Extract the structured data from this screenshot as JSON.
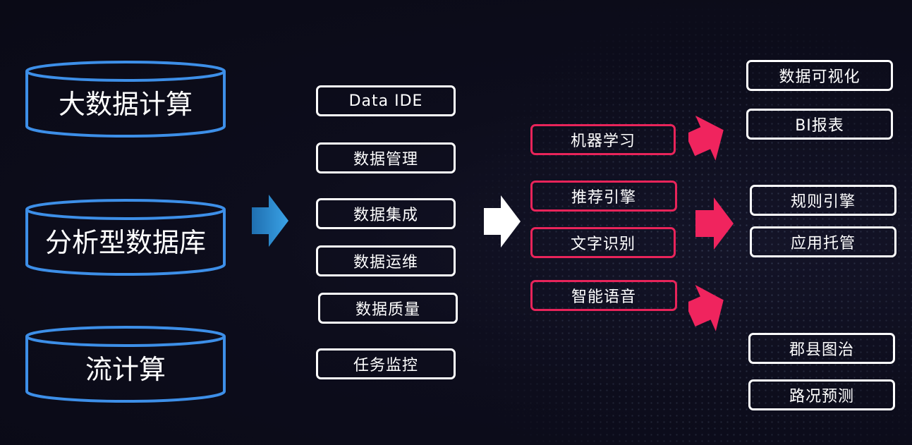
{
  "storage": [
    {
      "label": "大数据计算"
    },
    {
      "label": "分析型数据库"
    },
    {
      "label": "流计算"
    }
  ],
  "platform": [
    {
      "label": "Data IDE"
    },
    {
      "label": "数据管理"
    },
    {
      "label": "数据集成"
    },
    {
      "label": "数据运维"
    },
    {
      "label": "数据质量"
    },
    {
      "label": "任务监控"
    }
  ],
  "ai": [
    {
      "label": "机器学习"
    },
    {
      "label": "推荐引擎"
    },
    {
      "label": "文字识别"
    },
    {
      "label": "智能语音"
    }
  ],
  "apps": [
    {
      "label": "数据可视化"
    },
    {
      "label": "BI报表"
    },
    {
      "label": "规则引擎"
    },
    {
      "label": "应用托管"
    },
    {
      "label": "郡县图治"
    },
    {
      "label": "路况预测"
    }
  ],
  "colors": {
    "cylinder": "#3d8fe8",
    "box_white": "#ffffff",
    "box_pink": "#e8245a",
    "arrow_blue": "#2f8ed8",
    "arrow_white": "#ffffff",
    "arrow_pink": "#f0245e",
    "background": "#0d0d1c"
  }
}
